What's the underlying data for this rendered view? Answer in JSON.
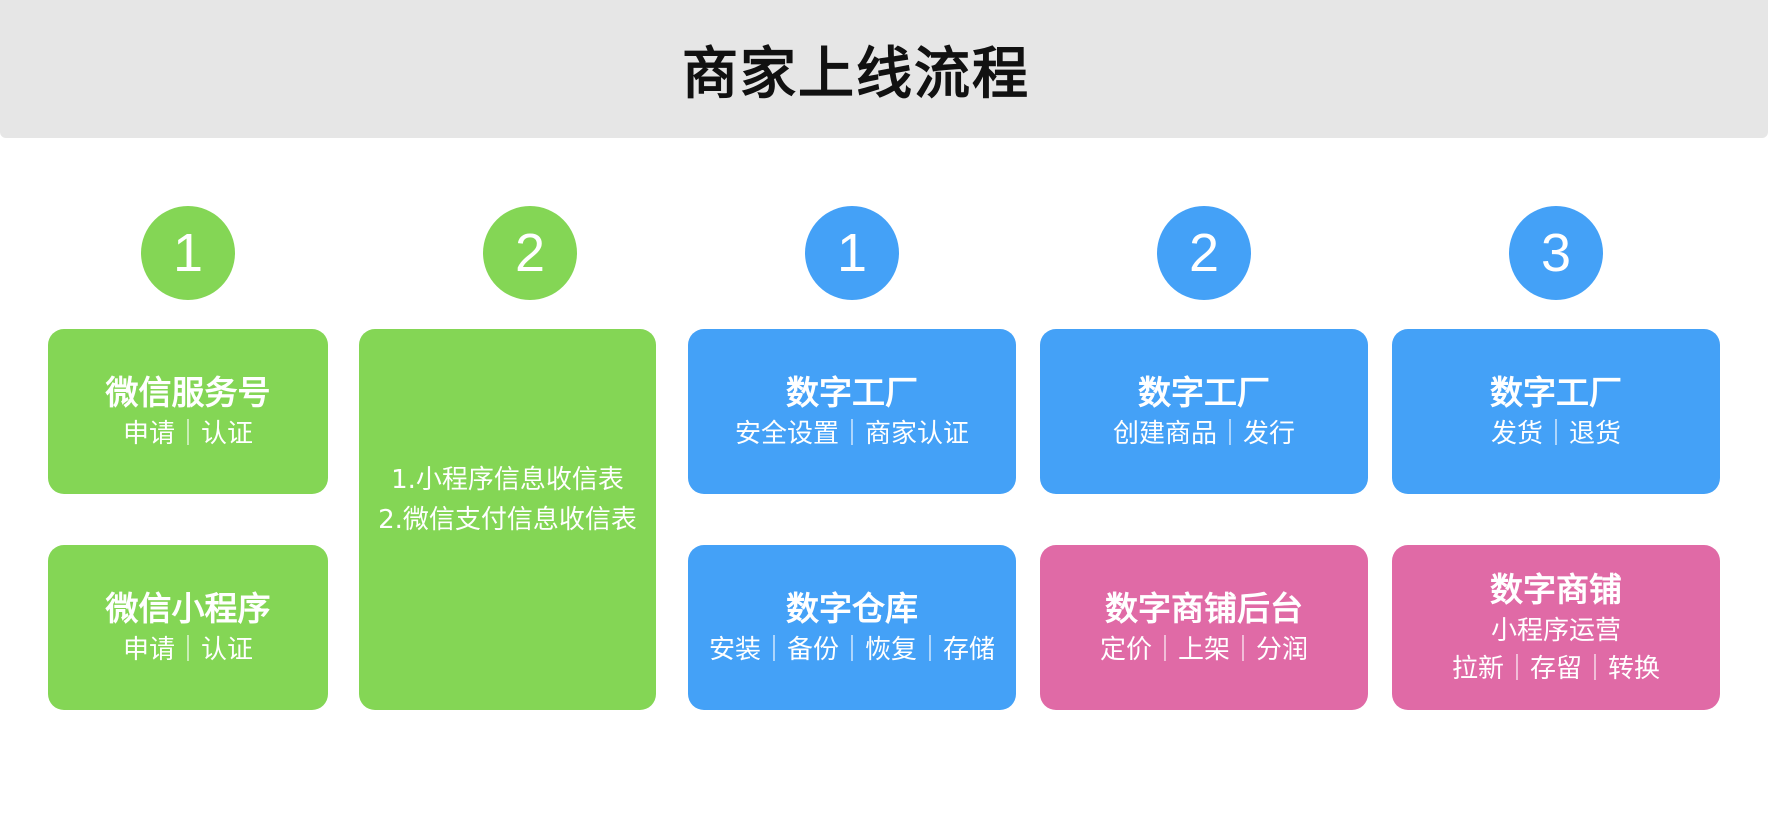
{
  "title": "商家上线流程",
  "colors": {
    "green": "#84d655",
    "blue": "#44a1f7",
    "pink": "#e06aa6",
    "header_bg": "#e6e6e6"
  },
  "steps": {
    "green_1": "1",
    "green_2": "2",
    "blue_1": "1",
    "blue_2": "2",
    "blue_3": "3"
  },
  "cards": {
    "wechat_service": {
      "title": "微信服务号",
      "sub": "申请｜认证"
    },
    "wechat_miniapp": {
      "title": "微信小程序",
      "sub": "申请｜认证"
    },
    "info_forms": {
      "line1": "1.小程序信息收信表",
      "line2": "2.微信支付信息收信表"
    },
    "factory_1": {
      "title": "数字工厂",
      "sub": "安全设置｜商家认证"
    },
    "warehouse": {
      "title": "数字仓库",
      "sub": "安装｜备份｜恢复｜存储"
    },
    "factory_2": {
      "title": "数字工厂",
      "sub": "创建商品｜发行"
    },
    "store_backend": {
      "title": "数字商铺后台",
      "sub": "定价｜上架｜分润"
    },
    "factory_3": {
      "title": "数字工厂",
      "sub": "发货｜退货"
    },
    "store": {
      "title": "数字商铺",
      "sub1": "小程序运营",
      "sub2": "拉新｜存留｜转换"
    }
  }
}
